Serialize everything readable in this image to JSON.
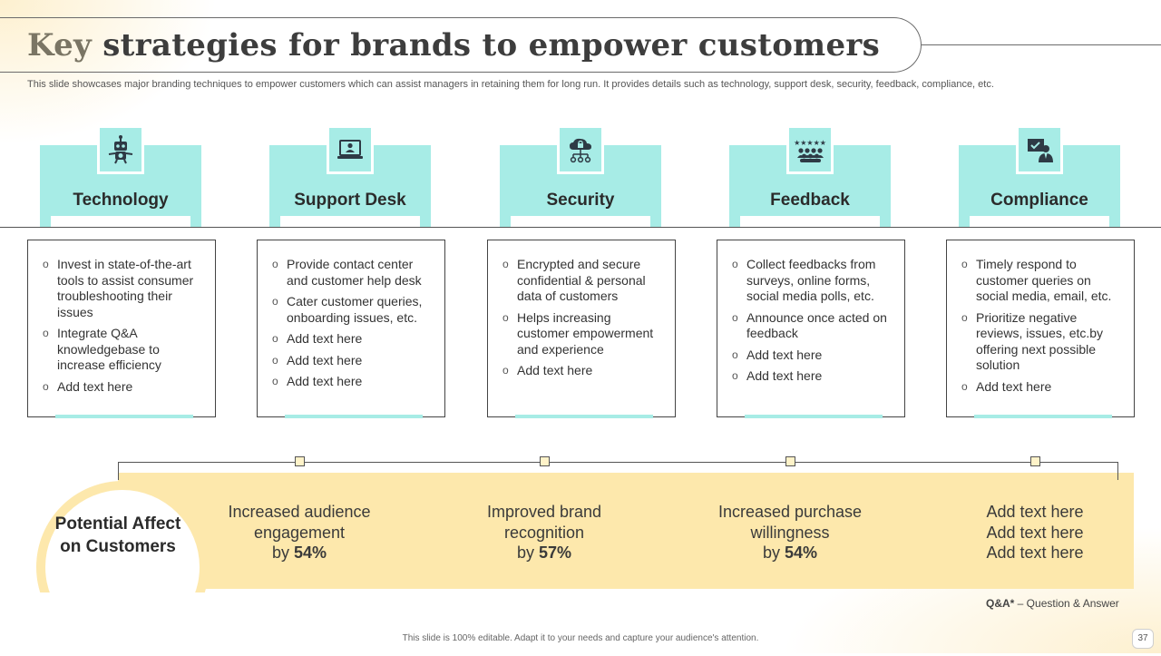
{
  "title": {
    "first": "Key",
    "rest": " strategies for brands to empower customers"
  },
  "subtitle": "This slide showcases major branding techniques to empower customers which can assist managers in retaining them for long run. It provides details such as technology, support desk, security, feedback, compliance, etc.",
  "columns": [
    {
      "label": "Technology",
      "icon": "robot-icon",
      "bullets": [
        "Invest in state-of-the-art tools to assist consumer troubleshooting their issues",
        "Integrate Q&A knowledgebase to increase efficiency",
        "Add text here"
      ]
    },
    {
      "label": "Support Desk",
      "icon": "laptop-support-icon",
      "bullets": [
        "Provide contact center and customer help desk",
        "Cater customer queries, onboarding issues, etc.",
        "Add text here",
        "Add text here",
        "Add text here"
      ]
    },
    {
      "label": "Security",
      "icon": "cloud-lock-icon",
      "bullets": [
        "Encrypted and secure confidential & personal data of customers",
        "Helps increasing customer empowerment and experience",
        "Add text here"
      ]
    },
    {
      "label": "Feedback",
      "icon": "rating-crowd-icon",
      "bullets": [
        "Collect feedbacks from surveys, online forms, social media polls, etc.",
        "Announce once acted on feedback",
        "Add text here",
        "Add text here"
      ]
    },
    {
      "label": "Compliance",
      "icon": "compliance-person-icon",
      "bullets": [
        "Timely respond to customer queries on social media, email, etc.",
        "Prioritize negative reviews, issues, etc.by offering next possible solution",
        "Add text here"
      ]
    }
  ],
  "impact": {
    "circle_label": "Potential Affect on Customers",
    "items": [
      {
        "line1": "Increased audience",
        "line2": "engagement",
        "pre": "by ",
        "value": "54%"
      },
      {
        "line1": "Improved brand",
        "line2": "recognition",
        "pre": "by ",
        "value": "57%"
      },
      {
        "line1": "Increased purchase",
        "line2": "willingness",
        "pre": "by ",
        "value": "54%"
      },
      {
        "line1": "Add text here",
        "line2": "Add text here",
        "pre": "",
        "value": "Add text here"
      }
    ]
  },
  "footnote": {
    "abbr": "Q&A*",
    "text": " – Question & Answer"
  },
  "footer": "This slide is 100% editable. Adapt it to your needs and capture your audience's attention.",
  "page_number": "37",
  "colors": {
    "teal": "#a7ece6",
    "yellow": "#fde8ac"
  }
}
